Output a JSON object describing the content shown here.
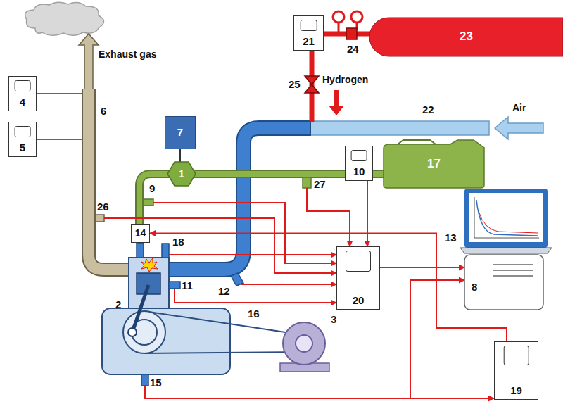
{
  "diagram": {
    "nodes": [
      {
        "text": [
          "4"
        ]
      },
      {
        "text": [
          "5"
        ]
      },
      {
        "text": [
          "21"
        ]
      },
      {
        "text": [
          "23"
        ]
      },
      {
        "text": [
          "7"
        ]
      },
      {
        "text": [
          "1"
        ]
      },
      {
        "text": [
          "10"
        ]
      },
      {
        "text": [
          "17"
        ]
      },
      {
        "text": [
          "14"
        ]
      },
      {
        "text": [
          "20"
        ]
      },
      {
        "text": [
          "8"
        ]
      },
      {
        "text": [
          "19"
        ]
      }
    ],
    "edges": [
      {
        "from": 6,
        "to": 9,
        "arrow": "to"
      },
      {
        "from": 9,
        "to": 10,
        "arrow": "to"
      },
      {
        "from": 11,
        "to": 8,
        "arrow": "to"
      },
      {
        "from": 4,
        "to": 5,
        "arrow": "none"
      }
    ],
    "labels": [
      "Exhaust gas",
      "6",
      "26",
      "9",
      "2",
      "11",
      "12",
      "18",
      "15",
      "16",
      "3",
      "27",
      "22",
      "Air",
      "Hydrogen",
      "25",
      "24",
      "13"
    ]
  }
}
